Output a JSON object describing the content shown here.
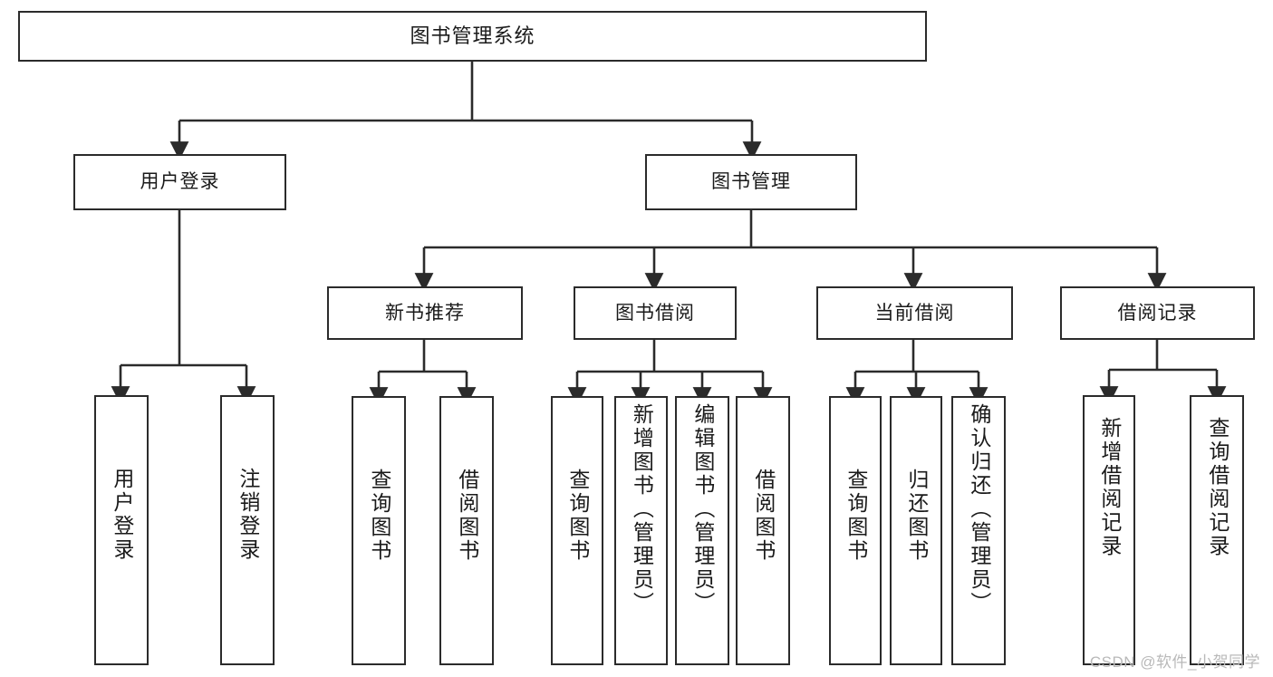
{
  "diagram": {
    "title": "图书管理系统",
    "type": "tree",
    "watermark": "CSDN @软件_小贺同学",
    "colors": {
      "box_border": "#2b2b2b",
      "box_fill": "#ffffff",
      "edge": "#2b2b2b",
      "text": "#1a1a1a",
      "watermark": "#b9b9b9"
    },
    "nodes": {
      "root": {
        "label": "图书管理系统"
      },
      "level2": [
        {
          "id": "user_login",
          "label": "用户登录"
        },
        {
          "id": "book_manage",
          "label": "图书管理"
        }
      ],
      "level3": [
        {
          "id": "new_book_rec",
          "label": "新书推荐"
        },
        {
          "id": "book_borrow",
          "label": "图书借阅"
        },
        {
          "id": "current_borrow",
          "label": "当前借阅"
        },
        {
          "id": "borrow_record",
          "label": "借阅记录"
        }
      ],
      "leaves": {
        "user_login": [
          {
            "id": "leaf_user_login",
            "label": "用户登录"
          },
          {
            "id": "leaf_logout",
            "label": "注销登录"
          }
        ],
        "new_book_rec": [
          {
            "id": "leaf_query_book_1",
            "label": "查询图书"
          },
          {
            "id": "leaf_borrow_book_1",
            "label": "借阅图书"
          }
        ],
        "book_borrow": [
          {
            "id": "leaf_query_book_2",
            "label": "查询图书"
          },
          {
            "id": "leaf_add_book",
            "label": "新增图书（管理员）"
          },
          {
            "id": "leaf_edit_book",
            "label": "编辑图书（管理员）"
          },
          {
            "id": "leaf_borrow_book_2",
            "label": "借阅图书"
          }
        ],
        "current_borrow": [
          {
            "id": "leaf_query_book_3",
            "label": "查询图书"
          },
          {
            "id": "leaf_return_book",
            "label": "归还图书"
          },
          {
            "id": "leaf_confirm_return",
            "label": "确认归还（管理员）"
          }
        ],
        "borrow_record": [
          {
            "id": "leaf_add_record",
            "label": "新增借阅记录"
          },
          {
            "id": "leaf_query_record",
            "label": "查询借阅记录"
          }
        ]
      }
    }
  }
}
